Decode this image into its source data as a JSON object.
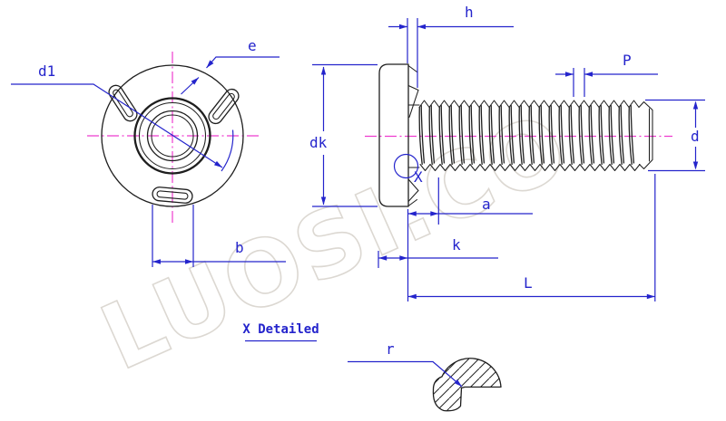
{
  "caption": {
    "text": "X Detailed"
  },
  "watermark": {
    "text": "LUOSI.CO"
  },
  "labels": {
    "d1": "d1",
    "e": "e",
    "b": "b",
    "dk": "dk",
    "h": "h",
    "p": "P",
    "d": "d",
    "x_callout": "X",
    "a": "a",
    "k": "k",
    "l": "L",
    "r": "r"
  },
  "colors": {
    "line_black": "#1e1e1e",
    "dimension_blue": "#2424cc",
    "centerline_magenta": "#ee3ccf",
    "watermark_gray": "#dcd8d2"
  }
}
